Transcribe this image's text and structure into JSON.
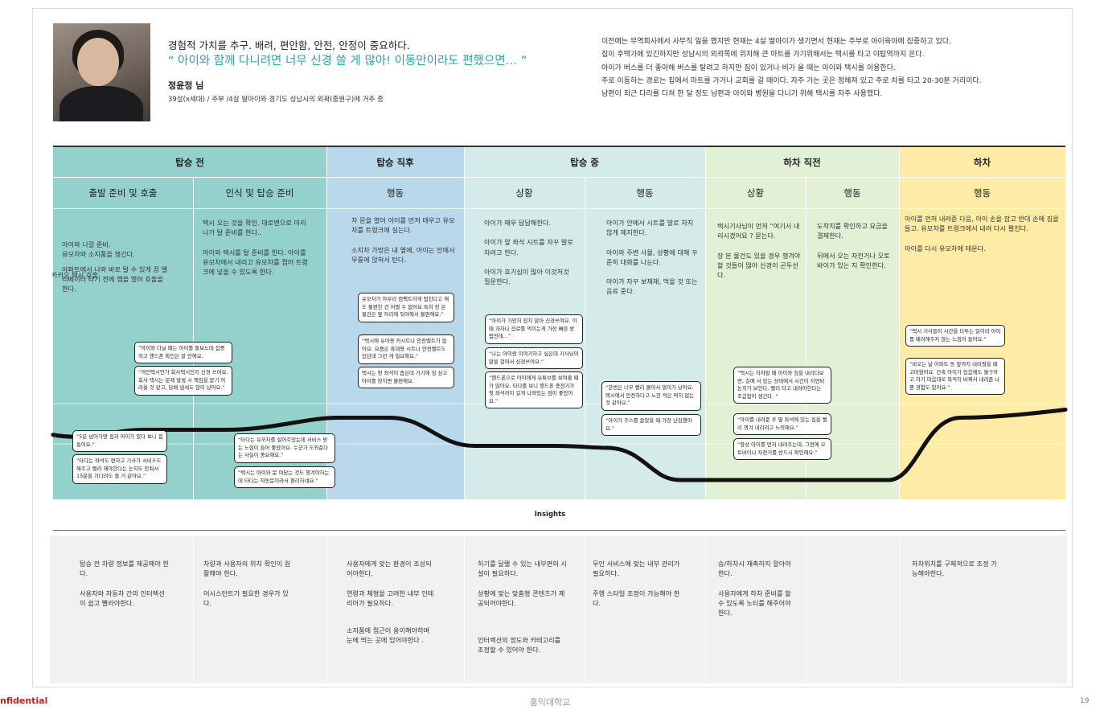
{
  "persona": {
    "value_statement": "경험적 가치를 추구. 배려, 편안함, 안전, 안정이 중요하다.",
    "quote": "“ 아이와 함께 다니려면 너무 신경 쓸 게 많아! 이동만이라도 편했으면… ”",
    "name": "정윤정 님",
    "description": "39살(x세대) / 주부 /4살 딸아이와 경기도 성남시의 외곽(중원구)에 거주 중",
    "bio": [
      "이전에는 무역회사에서 사무직 일을 했지만 현재는 4살 딸아이가 생기면서 현재는 주부로 아이육아에 집중하고 있다.",
      "집이 주택가에 있긴하지만 성남시의 외곽쪽에 위치해 큰 마트를 가기위해서는 택시를 타고 야탑역까지 온다.",
      "아이가 버스를 더 좋아해 버스를 탈려고 하지만 짐이 있거나 비가 올 때는 아이와 택시를 이용한다.",
      "주로 이동하는 경로는 집에서 마트를 가거나 교회를 갈 때이다. 자주 가는 곳은 정해져 있고 주로 차를 타고 20-30분 거리이다.",
      "남편이 최근 다리를 다쳐 한 달 정도 남편과 아이와 병원을 다니기 위해 택시를 자주 사용했다."
    ]
  },
  "journey": {
    "stages": [
      "탑승 전",
      "탑승 직후",
      "탑승 중",
      "하차 직전",
      "하차"
    ],
    "sub_headers": [
      "출발 준비 및 호출",
      "인식 및 탑승 준비",
      "행동",
      "상황",
      "행동",
      "상황",
      "행동",
      "행동"
    ],
    "stray_label": "카카오 택시 호출",
    "cells": [
      [
        "아이와 나갈 준비.",
        "유모차와 소지품을 챙긴다.",
        "아파트에서 나와 바로 탈 수 있게 끔 엘리베이터 타기 전에 앱을 열어 호출을 한다."
      ],
      [
        "택시 오는 것을 확인. 대로변으로 미리 나가 탈 준비를 한다..",
        "아이와 택시를 탈 준비를 한다. 아이를 유모차에서 내리고 유모차를 접어 트렁크에 넣을 수 있도록 한다."
      ],
      [
        "차 문을 열어 아이를 먼저 태우고 유모차를 트렁크에 실는다.",
        "소지차 가방은 내 옆에, 아이는 안에서 무릎에 앉혀서 탄다."
      ],
      [
        "아이가 매우 답답해한다.",
        "아이가 앞 좌석 시트를 자꾸 발로 차려고 한다.",
        "아이가 호기심이 많아 이것저것 질문한다."
      ],
      [
        "아이가 안에서 시트를 발로 차지 않게 제지한다.",
        "아이와 주변 사물, 상황에 대해 꾸준히 대화를 나눈다.",
        "아이가 자꾸 보채채, 먹을 것 또는 음료 준다."
      ],
      [
        "택시기사님이 먼저 “여기서 내리시겠어요 ? 묻는다.",
        "장 본 물건도 있을 경우 챙겨야 할 것들이 많아 신경이 곤두선다."
      ],
      [
        "도착지를 확인하고 요금을 결제한다.",
        "뒤에서 오는 자전거나 오토바이가 있는 지 확인한다."
      ],
      [
        "아이를 먼저 내려준 다음, 아이 손을 잡고 반대 손에 짐을 들고. 유모차를 트렁크에서 내려 다시 펼친다.",
        "아이를 다시 유모차에 태운다."
      ]
    ],
    "quotes": [
      "“아이와 다닐 때는 아이를 돌보느데 집중하고 핸드폰 확인은 잘 안해요.",
      "“개인택시인가 회사택시인지 신경 쓰여요. 회사 택시는 문제 발생 시 책임을 묻기 어려울 것 같고, 담배 냄새도 많이 났어요.”",
      "“5분 넘어가면 짐과 아이가 있다 보니 힘들어요.”",
      "“타다는 좌석도 편하고 기사가 서비스도 해주고 빨리 해야한다는 눈치도 안줘서 15분을 기다려도 쓸 거 같아요.”",
      "“타다는 유모차를 실어주었는데 서비스 받는 느낌이 들어 좋았어요. 누군가 도와준다는 사실이 중요해요.”",
      "“택시는 아이와 문 여닫는 것도 챙겨야하는데 타다는 자동문이라서 편리하네요.”",
      "유모차가 아무리 컴팩트하게 접힌다고 해도 불편한 건 어쩔 수 없어요.특히 장 본 물건은 옆 자리에 둬야해서 불편해요.”",
      "“택시에 유아용 카시트나 안전벨트가 없어요. 요즘은 휴대용 시트나 안전벨트도 있던데 그런 게 필요해요.”",
      "택시는 뒷 좌석이 좁은데 거기에 짐 싣고 아이를 앉히면 불편해요.",
      "“아이가 가만히 있지 않아 신경쓰여요. 이때 과자나 음료를 먹이는게 가장 빠른 방법인데…”",
      "“나는 아이랑 이야기하고 싶은데 기사님이 말을 걸어서 신경쓰여요.”",
      "“핸드폰으로 아이에게 유튜브를 보여줄 때가 많아요. 타다를 보니 핸드폰 충전기가 뒷 좌석까지 길게 나와있는 점이 좋았어요.”",
      "“한번은 너무 빨리 몰아서 멀미가 났어요. 택시에서 안전하다고 느낀 적은 딱히 없는 것 같아요.”",
      "“아이가 주스를 쏟았을 때 가장 난감했어요.”",
      "“택시는 하차할 때 아이와 짐을 내리다보면, 길에 서 있는 상태에서 시간이 지연되 눈치가 보인다. 빨리 타고 내려야한다는 조급함이 생긴다. ”",
      "“아이를 내려준 후 옆 좌석에 있는 짐을 빨리 챙겨 내리려고 노력해요.”",
      "“항상 아이를 먼저 내려주는데, 그전에 오토바이나 자전거를 반드시 확인해요.”",
      "“택시 기사들이 시간을 다투는 일이라 아이를 배려해주지 않는 느낌이 들어요.”",
      "“비오는 날 아파트 동 앞까지 내려줬을 때 고마웠어요. 간혹 아이가 있음에도 불구하고 자기 마음대로 목적지 바꿔서 내려준 나쁜 경험도 있어요.”"
    ],
    "emotion_level": [
      0.45,
      0.5,
      0.62,
      0.34,
      0.32,
      0.0,
      0.0,
      0.62
    ],
    "colors": {
      "before": "#94d1cd",
      "after_board": "#b9d8eb",
      "during": "#d4ebea",
      "before_alight": "#e2f0d5",
      "alight": "#feeba6",
      "curve": "#111111"
    }
  },
  "insights": {
    "title": "Insights",
    "columns": [
      [
        "탑승 전 차량 정보를 제공해야 한다.",
        "사용자와 자동차 간의 인터렉션이 쉽고 빨라야한다."
      ],
      [
        "차량과 사용자의 위치 확인이 원활해야 한다.",
        "어시스턴트가 필요한 경우가 있다."
      ],
      [
        "사용자에게 맞는 환경이 조성되어야한다.",
        "연령과 체형을 고려한 내부 인테리어가 필요하다.",
        "소지품에 접근이 용이해야하며 눈에 띄는 곳에 있어야한다 ."
      ],
      [
        "허기를 달랠 수 있는 내부편의 시설이 필요하다.",
        "상황에 맞는 맞춤형 콘텐츠가 제공되어야한다.",
        "인터렉션의 정도와 카테고리를 조정할 수 있어야 한다."
      ],
      [
        "무인 서비스에 맞는 내부 관리가 필요하다.",
        "주행 스타일 조정이 가능해야 한다."
      ],
      [
        "승/하차시 재촉하지 말아야 한다.",
        "사용자에게 하차 준비를 할 수 있도록 노티를 해주어야 한다."
      ],
      [],
      [
        "하차위치를 구체적으로 조정 가능해야한다."
      ]
    ]
  },
  "footer": {
    "confidential": "nfidential",
    "school": "홍익대학교",
    "page_number": "19"
  }
}
